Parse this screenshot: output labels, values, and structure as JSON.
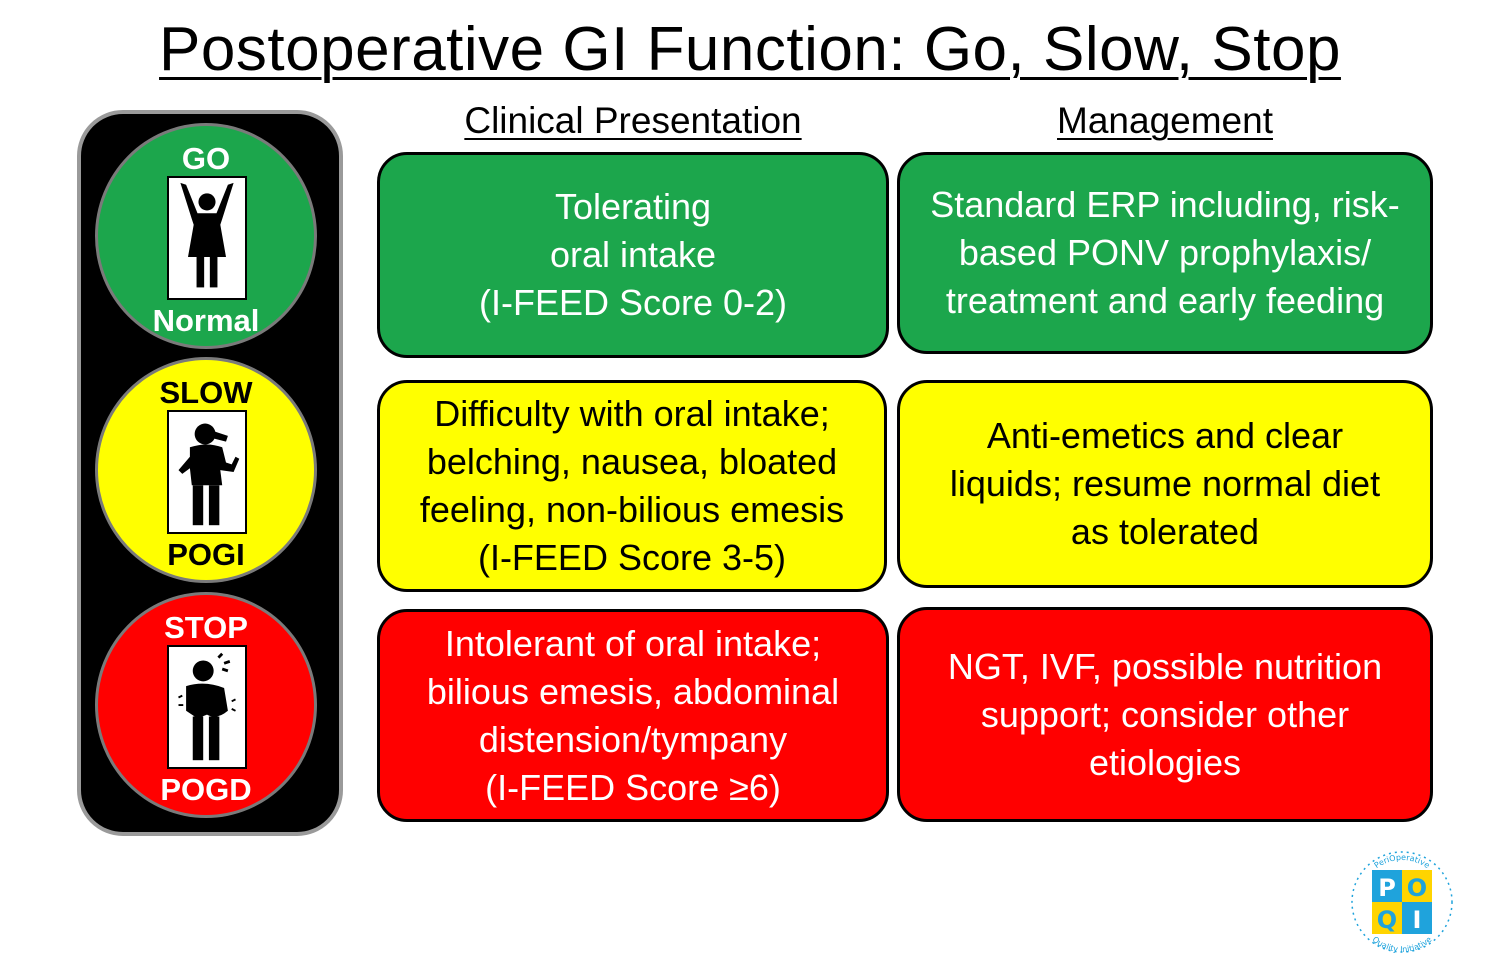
{
  "title": "Postoperative GI Function: Go, Slow, Stop",
  "columns": {
    "clinical": "Clinical Presentation",
    "management": "Management"
  },
  "lights": [
    {
      "top_label": "GO",
      "bottom_label": "Normal",
      "color": "#1ca64c",
      "icon": "person-arms-raised-icon"
    },
    {
      "top_label": "SLOW",
      "bottom_label": "POGI",
      "color": "#ffff00",
      "icon": "person-nauseous-icon"
    },
    {
      "top_label": "STOP",
      "bottom_label": "POGD",
      "color": "#ff0000",
      "icon": "person-doubled-over-icon"
    }
  ],
  "rows": [
    {
      "clinical": "Tolerating\noral intake\n(I-FEED Score 0-2)",
      "management": "Standard ERP including, risk-\nbased PONV prophylaxis/\ntreatment and early feeding"
    },
    {
      "clinical": "Difficulty with oral intake;\nbelching, nausea, bloated\nfeeling, non-bilious emesis\n(I-FEED Score 3-5)",
      "management": "Anti-emetics and clear\nliquids; resume normal diet\nas tolerated"
    },
    {
      "clinical": "Intolerant of oral intake;\nbilious emesis, abdominal\ndistension/tympany\n(I-FEED Score ≥6)",
      "management": "NGT, IVF, possible nutrition\nsupport; consider other\netiologies"
    }
  ],
  "logo": {
    "letters": [
      "P",
      "O",
      "Q",
      "I"
    ],
    "ring_text_top": "PeriOperative",
    "ring_text_bottom": "Quality Initiative"
  },
  "colors": {
    "go": "#1ca64c",
    "slow": "#ffff00",
    "stop": "#ff0000",
    "logo_blue": "#1fa3dc",
    "logo_yellow": "#ffd400"
  }
}
